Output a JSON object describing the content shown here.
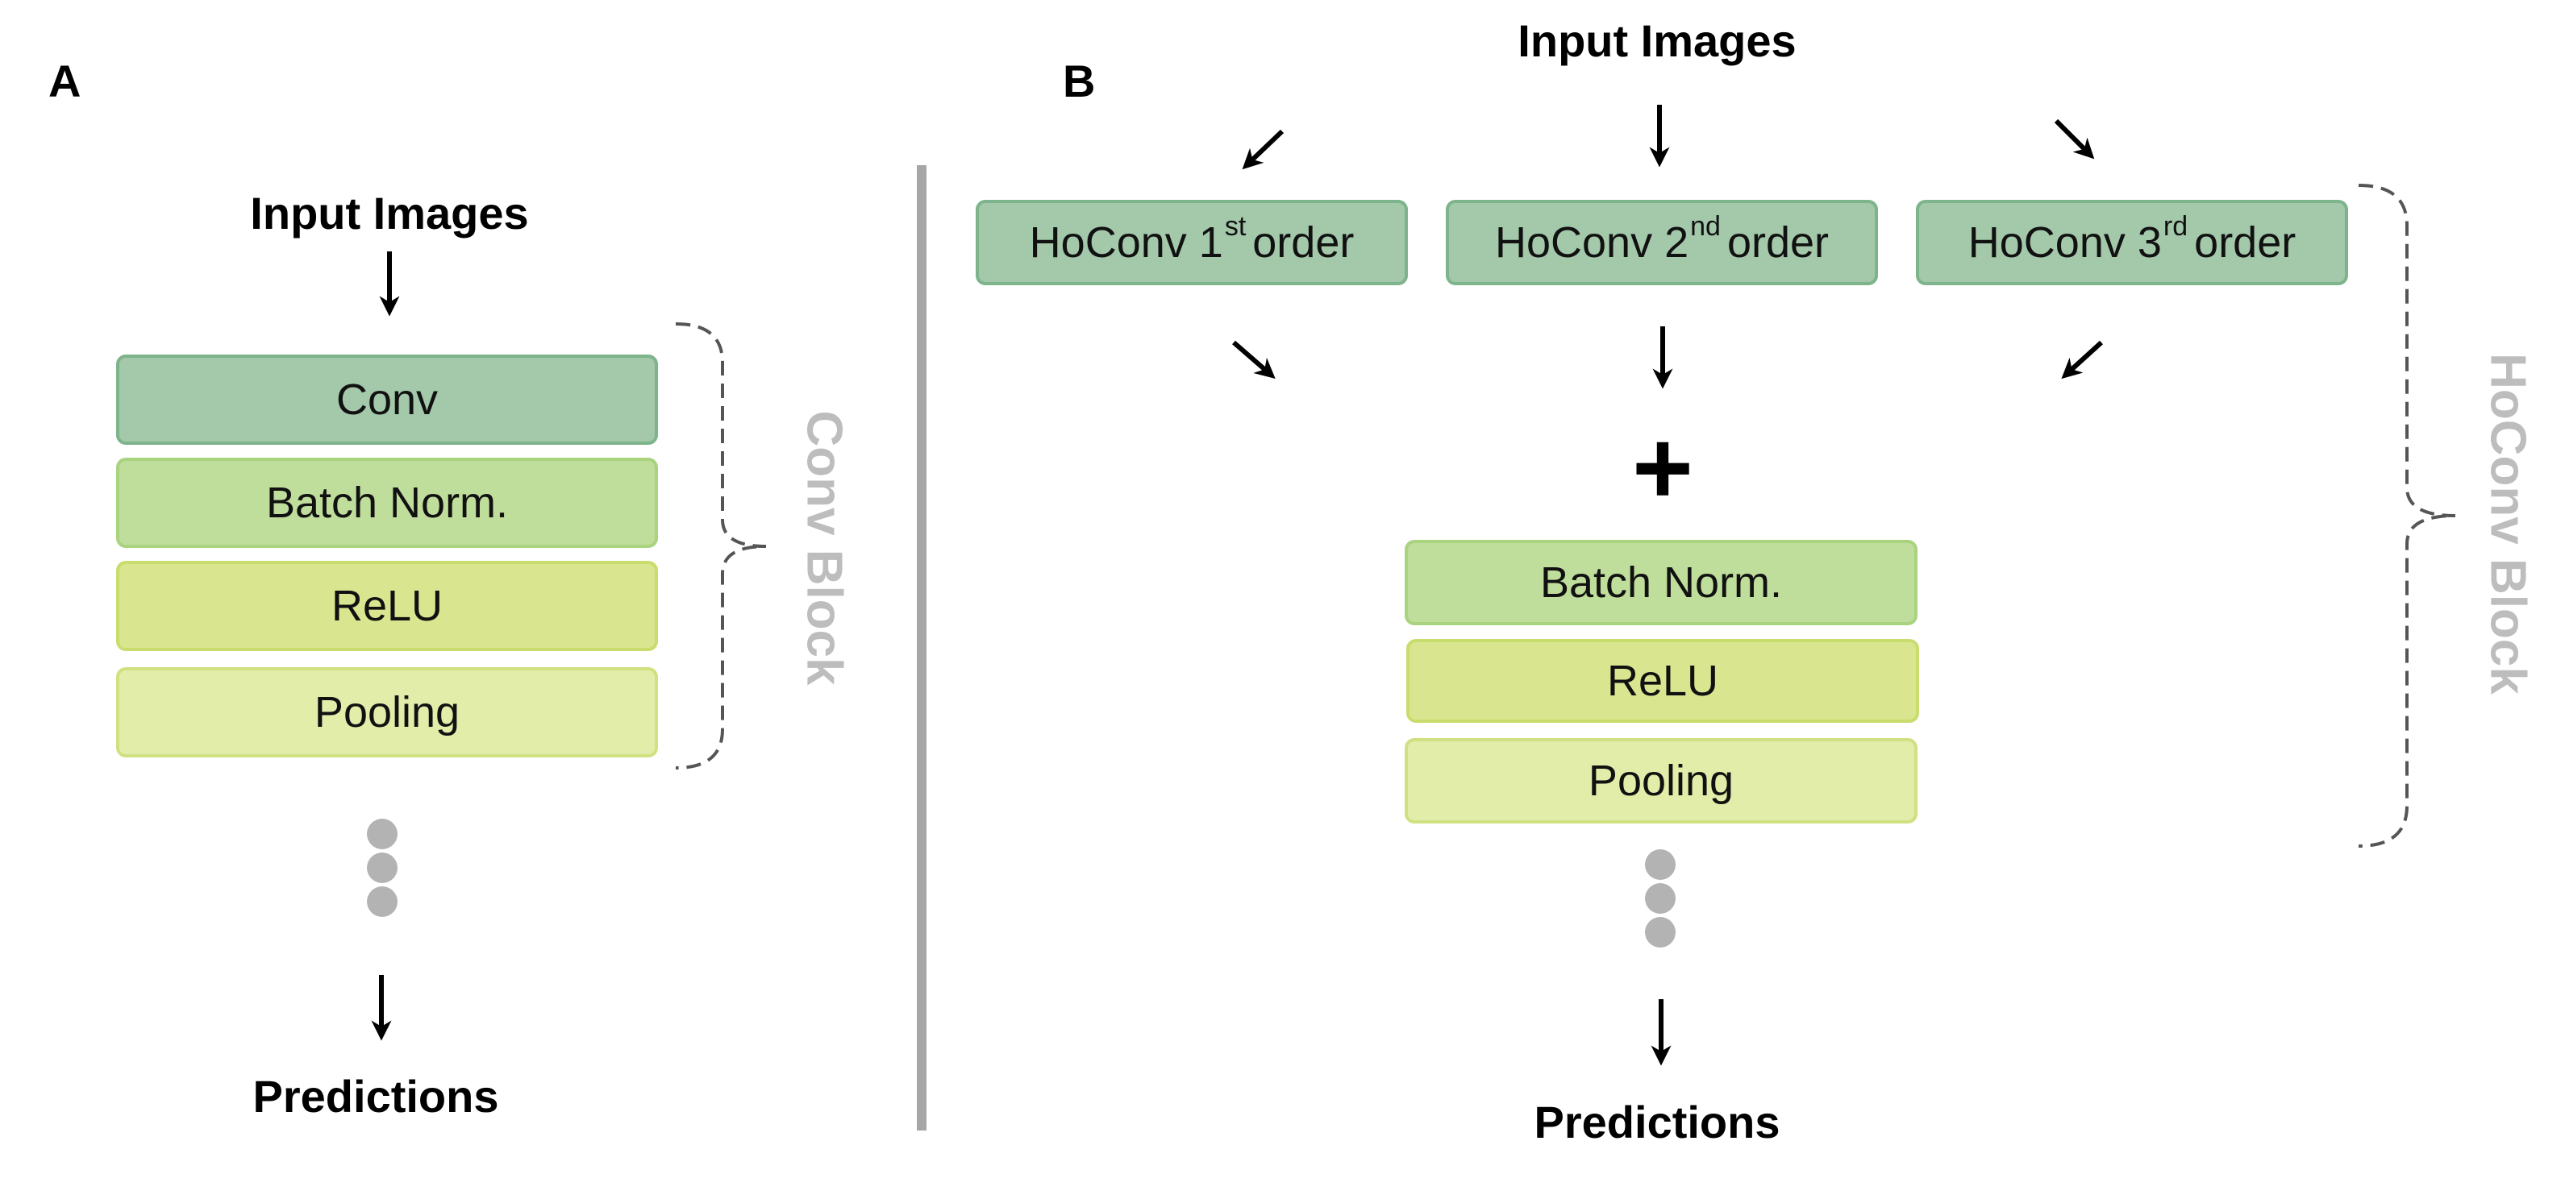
{
  "panel_a": {
    "label": "A",
    "title": "Input Images",
    "blocks": {
      "conv": "Conv",
      "batch_norm": "Batch Norm.",
      "relu": "ReLU",
      "pooling": "Pooling"
    },
    "bracket_label": "Conv Block",
    "output": "Predictions"
  },
  "panel_b": {
    "label": "B",
    "title": "Input Images",
    "hoconv": [
      {
        "prefix": "HoConv 1",
        "sup": "st",
        "suffix": "order"
      },
      {
        "prefix": "HoConv 2",
        "sup": "nd",
        "suffix": "order"
      },
      {
        "prefix": "HoConv 3",
        "sup": "rd",
        "suffix": "order"
      }
    ],
    "sum_symbol": "+",
    "blocks": {
      "batch_norm": "Batch Norm.",
      "relu": "ReLU",
      "pooling": "Pooling"
    },
    "bracket_label": "HoConv Block",
    "output": "Predictions"
  },
  "colors": {
    "conv": "#a3c8aa",
    "batch_norm": "#bfdd9b",
    "relu": "#d9e68f",
    "pooling": "#e2edaa",
    "divider": "#a6a6a6",
    "bracket_label": "#bdbdbd",
    "dots": "#b3b3b3"
  }
}
